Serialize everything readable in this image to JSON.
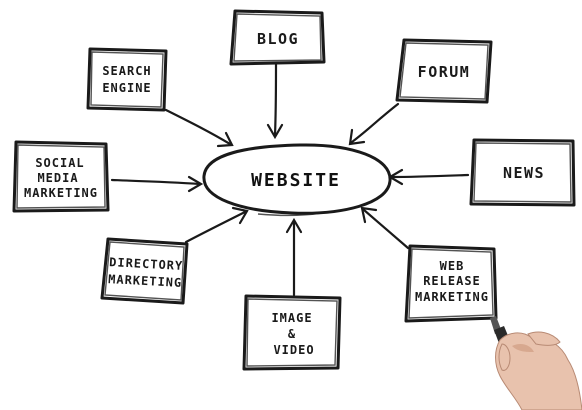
{
  "diagram": {
    "center": {
      "label": "WEBSITE"
    },
    "nodes": {
      "blog": {
        "lines": [
          "BLOG"
        ]
      },
      "forum": {
        "lines": [
          "FORUM"
        ]
      },
      "search_engine": {
        "lines": [
          "SEARCH",
          "ENGINE"
        ]
      },
      "social_media_marketing": {
        "lines": [
          "SOCIAL",
          "MEDIA",
          "MARKETING"
        ]
      },
      "news": {
        "lines": [
          "NEWS"
        ]
      },
      "directory_marketing": {
        "lines": [
          "DIRECTORY",
          "MARKETING"
        ]
      },
      "image_video": {
        "lines": [
          "IMAGE",
          "&",
          "VIDEO"
        ]
      },
      "web_release_marketing": {
        "lines": [
          "WEB",
          "RELEASE",
          "MARKETING"
        ]
      }
    },
    "colors": {
      "ink": "#1a1a1a",
      "background": "#ffffff",
      "skin": "#e8c2ad"
    },
    "icons": [
      "hand-with-marker-icon"
    ]
  }
}
